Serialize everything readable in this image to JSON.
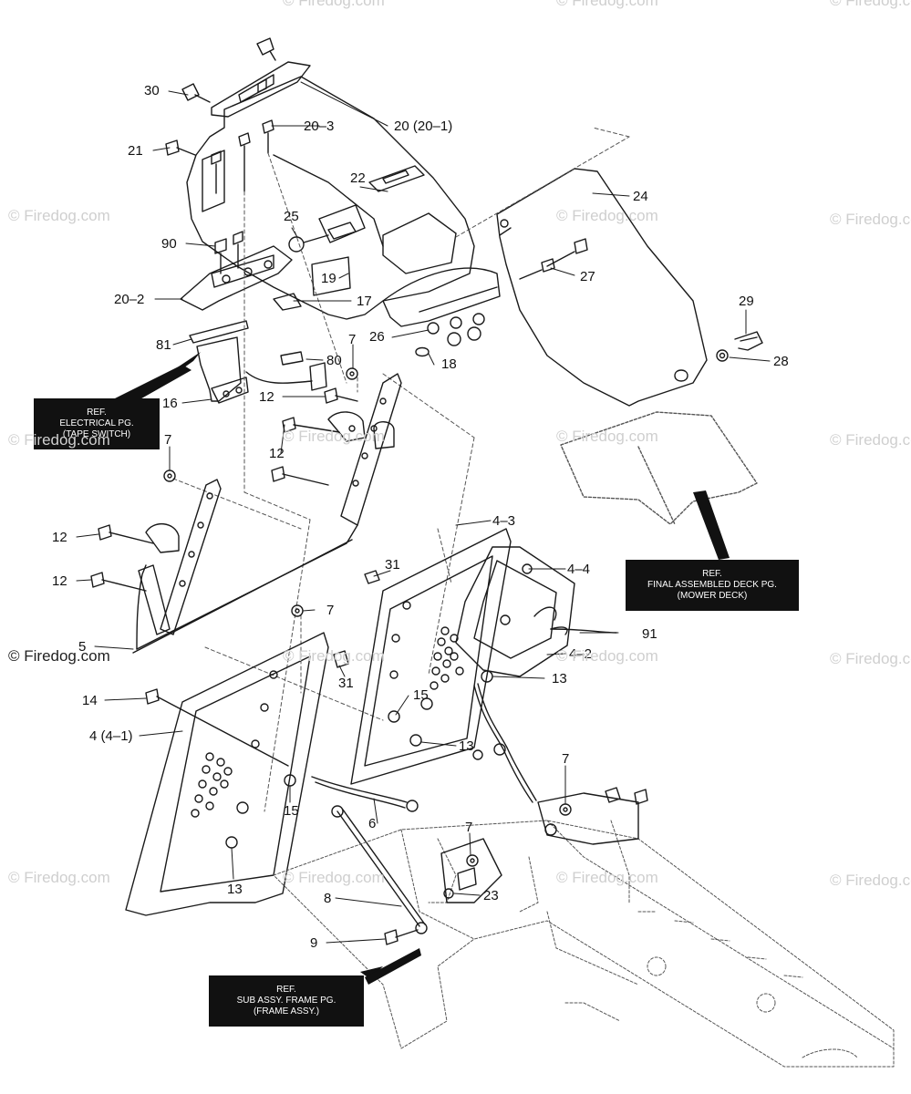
{
  "callouts": {
    "c30": "30",
    "c20_3": "20–3",
    "c20": "20 (20–1)",
    "c21": "21",
    "c22": "22",
    "c24": "24",
    "c25": "25",
    "c90": "90",
    "c27": "27",
    "c19": "19",
    "c17": "17",
    "c20_2": "20–2",
    "c29": "29",
    "c28": "28",
    "c26": "26",
    "c81": "81",
    "c7a": "7",
    "c18": "18",
    "c80": "80",
    "c16": "16",
    "c12a": "12",
    "c7b": "7",
    "c12b": "12",
    "c4_3": "4–3",
    "c31a": "31",
    "c4_4": "4–4",
    "c12c": "12",
    "c12d": "12",
    "c7c": "7",
    "c91": "91",
    "c5": "5",
    "c4_2": "4–2",
    "c31b": "31",
    "c13a": "13",
    "c14": "14",
    "c4": "4 (4–1)",
    "c15a": "15",
    "c13b": "13",
    "c7d": "7",
    "c15b": "15",
    "c6": "6",
    "c7e": "7",
    "c23": "23",
    "c13c": "13",
    "c8": "8",
    "c9": "9"
  },
  "refs": {
    "electrical": [
      "REF.",
      "ELECTRICAL PG.",
      "(TAPE SWITCH)"
    ],
    "deck": [
      "REF.",
      "FINAL ASSEMBLED DECK PG.",
      "(MOWER DECK)"
    ],
    "frame": [
      "REF.",
      "SUB ASSY. FRAME PG.",
      "(FRAME ASSY.)"
    ]
  },
  "watermark": {
    "text": "© Firedog.com"
  },
  "colors": {
    "line": "#1a1a1a",
    "dashed": "#555555",
    "watermark": "#cfcfcf",
    "ref_bg": "#111111",
    "ref_text": "#ffffff"
  }
}
